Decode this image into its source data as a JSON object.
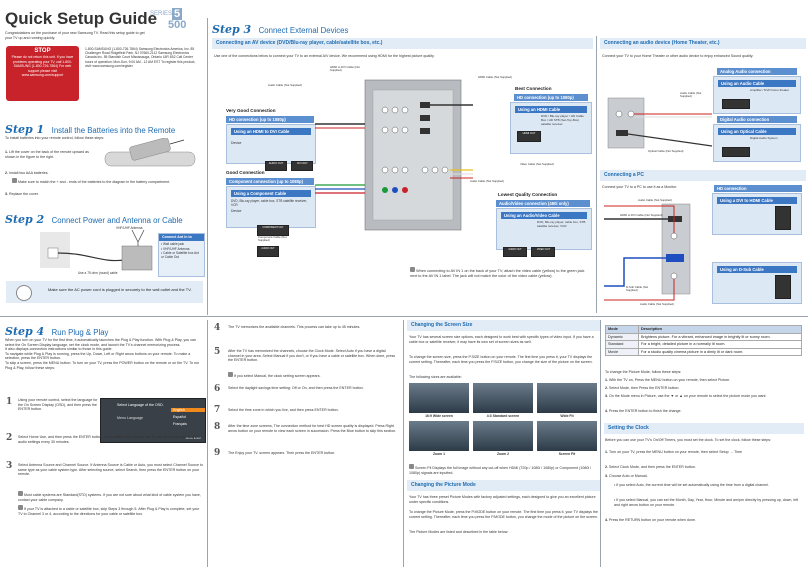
{
  "header": {
    "title": "Quick Setup Guide",
    "series_label": "SERIES",
    "series_num": "5",
    "model": "500",
    "congrats": "Congratulations on the purchase of your new Samsung TV. Read this setup guide to get your TV up and running quickly.",
    "stop_title": "STOP",
    "stop_text": "Please do not return this unit. If you have problems operating your TV, call 1-800-SAMSUNG (1-800-726-7864) For web support please visit www.samsung.com/support",
    "contact": "1-800-SAMSUNG (1-800-726-7864) Samsung Electronics America, Inc. 85 Challenger Road Ridgefield Park, NJ 07660-2112 Samsung Electronics Canada Inc. 55 Standish Court Mississauga, Ontario L5R 4B2 Call Center hours of operation: Mon-Sun, 9:00 AM - 12 AM EST To register this product, visit: www.samsung.com/register"
  },
  "step1": {
    "label": "Step 1",
    "title": "Install the Batteries into the Remote",
    "intro": "To install batteries into your remote control, follow these steps:",
    "items": [
      "Lift the cover on the back of the remote upward as shown in the figure to the right.",
      "Install two AAA batteries.",
      "Replace the cover."
    ],
    "note": "Make sure to match the + and - ends of the batteries to the diagram in the battery compartment."
  },
  "step2": {
    "label": "Step 2",
    "title": "Connect Power and Antenna or Cable",
    "box_title": "Connect Ant In to",
    "box_items": [
      "Wall cable jack",
      "VHF/UHF Antenna",
      "Cable or Satellite box Ant or Cable Out"
    ],
    "antenna_label": "VHF/UHF Antenna",
    "cable_label": "Use a 75 ohm (round) cable",
    "power_note": "Make sure the AC power cord is plugged in securely to the wall outlet and the TV."
  },
  "step3": {
    "label": "Step 3",
    "title": "Connect External Devices",
    "av_title": "Connecting an AV device (DVD/Blu-ray player, cable/satellite box, etc.)",
    "av_intro": "Use one of the connections below to connect your TV to an external A/V device. We recommend using HDMI for the highest picture quality.",
    "very_good": "Very Good Connection",
    "very_good_bar": "HD connection (up to 1080p)",
    "dvi_bar": "Using an HDMI to DVI Cable",
    "good": "Good Connection",
    "good_bar": "Component connection (up to 1080p)",
    "component_bar": "Using a Component Cable",
    "component_desc": "DVD, Blu-ray player, cable box, STB satellite receiver, VCR",
    "best": "Best Connection",
    "best_bar": "HD connection (up to 1080p)",
    "hdmi_bar": "Using an HDMI Cable",
    "hdmi_desc": "DVD / Blu-ray player / HD Cable Box / HD STB (Set-Top-Box) satellite receiver",
    "lowest": "Lowest Quality Connection",
    "lowest_bar": "Audio/Video connection (480i only)",
    "av_bar": "Using an Audio/Video Cable",
    "av_desc": "DVD, Blu-ray player, cable box, STB satellite receiver, VCR",
    "av_note": "When connecting to AV IN 1 on the back of your TV, attach the video cable (yellow) to the green jack next to the AV IN 1 label. The jack will not match the color of the video cable (yellow).",
    "cable_labels": [
      "HDMI to DVI Cable (Not Supplied)",
      "Audio Cable (Not Supplied)",
      "HDMI Cable (Not Supplied)",
      "Component Cable (Not Supplied)",
      "Video Cable (Not Supplied)",
      "Audio Cable (Not Supplied)"
    ],
    "device_label": "Device",
    "jacks": [
      "AUDIO OUT",
      "DVI OUT",
      "HDMI OUT",
      "COMPONENT OUT",
      "AUDIO OUT",
      "VIDEO OUT"
    ]
  },
  "audio": {
    "title": "Connecting an audio device (Home Theater, etc.)",
    "intro": "Connect your TV to your Home Theater or other audio device to enjoy enhanced Sound quality.",
    "analog_bar": "Analog Audio connection",
    "audio_cable_bar": "Using an Audio Cable",
    "amp_label": "Amplifier / DVD home theater",
    "digital_bar": "Digital Audio connection",
    "optical_bar": "Using an Optical Cable",
    "digital_label": "Digital Audio System",
    "cable1": "Audio Cable (Not Supplied)",
    "cable2": "Optical Cable (Not Supplied)"
  },
  "pc": {
    "title": "Connecting a PC",
    "intro": "Connect your TV to a PC to use it as a Monitor.",
    "hd_bar": "HD connection",
    "dvi_bar": "Using a DVI to HDMI Cable",
    "dsub_bar": "Using an D-Sub Cable",
    "cables": [
      "Audio Cable (Not Supplied)",
      "HDMI to DVI Cable (Not Supplied)",
      "D-Sub Cable (Not Supplied)",
      "Audio Cable (Not Supplied)"
    ]
  },
  "step4": {
    "label": "Step 4",
    "title": "Run Plug & Play",
    "intro": "When you turn on your TV for the first time, it automatically launches the Plug & Play function. With Plug & Play, you can select the On Screen Display language, set the clock mode, and launch the TV's channel memorizing process.",
    "intro2": "It also displays connection instructions similar to those in this guide.",
    "intro3": "To navigate while Plug & Play is running, press the Up, Down, Left or Right arrow buttons on your remote. To make a selection, press the ENTER button.",
    "intro4": "To skip a screen, press the MENU button. To turn on your TV, press the POWER button on the remote or on the TV. To run Plug & Play, follow these steps:",
    "s1": "Using your remote control, select the language for the On Screen Display (OSD), and then press the ENTER button.",
    "osd_title": "Select Language of the OSD.",
    "osd_label": "Menu Language",
    "osd_options": [
      "English",
      "Español",
      "Français"
    ],
    "osd_nav": "Move  Enter",
    "s2": "Select Home Use, and then press the ENTER button. If you select Store Demo, the TV will reset your picture and audio settings every 30 minutes.",
    "s3": "Select Antenna Source and Channel Source. If Antenna Source is Cable or Auto, you must select Channel Source to same type as your cable system type. After selecting source, select Search, then press the ENTER button on your remote.",
    "n3a": "Most cable systems are Standard(STD) systems. If you are not sure about what kind of cable system you have, contact your cable company.",
    "n3b": "If your TV is attached to a cable or satellite box, skip Steps 3 through 5. After Plug & Play is complete, set your TV to Channel 3 or 4, according to the directions for your cable or satellite box.",
    "s4": "The TV memorizes the available channels. This process can take up to 45 minutes.",
    "s5": "After the TV has memorized the channels, choose the Clock Mode. Select Auto if you have a digital channel in your area. Select Manual if you don't, or if you have a cable or satellite box. When done, press the ENTER button.",
    "n5": "If you select Manual, the clock setting screen appears.",
    "s6": "Select the daylight savings time setting: Off or On, and then press the ENTER button.",
    "s7": "Select the time zone in which you live, and then press ENTER button.",
    "s8": "After the time zone screens, The connection method for best HD screen quality is displayed. Press Right arrow button on your remote to view each screen in succession. Press the Blue button to skip this section.",
    "s9": "The Enjoy your TV. screen appears. Then press the ENTER button."
  },
  "screen_size": {
    "title": "Changing the Screen Size",
    "p1": "Your TV has several screen size options, each designed to work best with specific types of video input. If you have a cable box or satellite receiver, it may have its own set of screen sizes as well.",
    "p2": "To change the screen size, press the P.SIZE button on your remote. The first time you press it, your TV displays the current setting. Thereafter, each time you press the P.SIZE button, you change the size of the picture on the screen.",
    "p3": "The following sizes are available:",
    "sizes": [
      "16:9 Wide screen",
      "4:3 Standard screen",
      "Wide Fit",
      "Zoom 1",
      "Zoom 2",
      "Screen Fit"
    ],
    "note": "Screen Fit Displays the full image without any cut-off when HDMI (720p / 1080i / 1080p) or Component (1080i / 1080p) signals are inputted."
  },
  "picture_mode": {
    "title": "Changing the Picture Mode",
    "p1": "Your TV has three preset Picture Modes with factory adjusted settings, each designed to give you an excellent picture under specific conditions.",
    "p2": "To change the Picture Mode, press the P.MODE button on your remote. The first time you press it, your TV displays the current setting. Thereafter, each time you press the P.MODE button, you change the mode of the picture on the screen.",
    "p3": "The Picture Modes are listed and described in the table below:"
  },
  "mode_table": {
    "headers": [
      "Mode",
      "Description"
    ],
    "rows": [
      [
        "Dynamic",
        "Brightens picture. For a vibrant, enhanced image in brightly lit or sunny room."
      ],
      [
        "Standard",
        "For a bright, detailed picture in a normally lit room."
      ],
      [
        "Movie",
        "For a studio quality cinema picture in a dimly lit or dark room."
      ]
    ]
  },
  "picture_steps": {
    "intro": "To change the Picture Mode, follow these steps:",
    "items": [
      "With the TV on, Press the MENU button on your remote, then select Picture.",
      "Select Mode, then Press the ENTER button.",
      "On the Mode menu in Picture, use the ▼ or ▲ on your remote to select the picture mode you want.",
      "Press the ENTER button to finish the change."
    ]
  },
  "clock": {
    "title": "Setting the Clock",
    "intro": "Before you can use your TV's On/Off Timers, you must set the clock. To set the clock, follow these steps:",
    "items": [
      "Turn on your TV, press the MENU button on your remote, then select Setup → Time",
      "Select Clock Mode, and then press the ENTER button.",
      "Choose Auto or Manual.",
      "Press the RETURN button on your remote when done."
    ],
    "bullets": [
      "If you select Auto, the current time will be set automatically using the time from a digital channel.",
      "If you select Manual, you can set the Month, Day, Year, Hour, Minute and am/pm directly by pressing up, down, left and right arrow button on your remote."
    ]
  }
}
